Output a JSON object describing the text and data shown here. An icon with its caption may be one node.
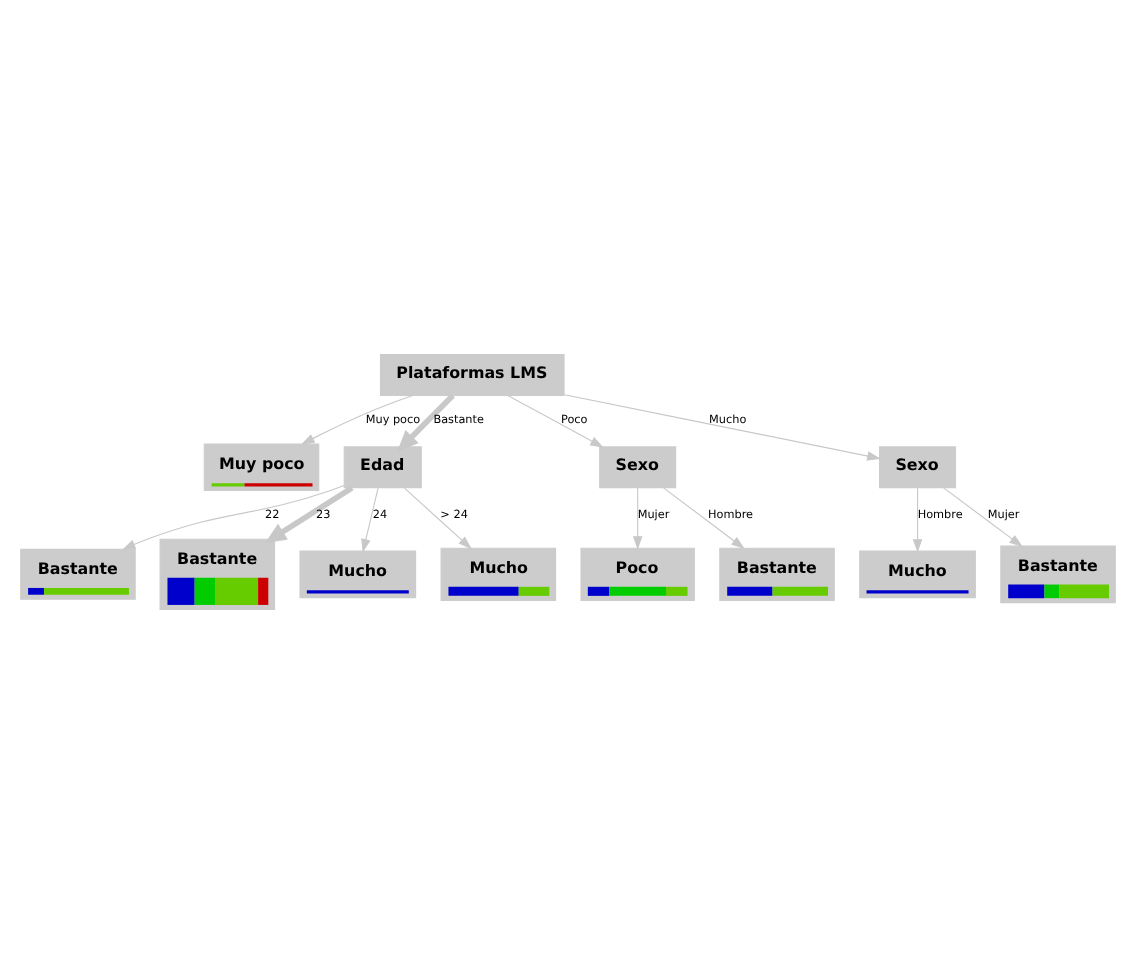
{
  "diagram": {
    "nodes": [
      {
        "text": [
          "Plataformas LMS"
        ]
      },
      {
        "text": [
          "Muy poco"
        ]
      },
      {
        "text": [
          "Edad"
        ]
      },
      {
        "text": [
          "Sexo"
        ]
      },
      {
        "text": [
          "Poco"
        ]
      },
      {
        "text": [
          "Bastante"
        ]
      },
      {
        "text": [
          "Bastante"
        ]
      },
      {
        "text": [
          "Bastante"
        ]
      },
      {
        "text": [
          "Mucho"
        ]
      },
      {
        "text": [
          "Mucho"
        ]
      },
      {
        "text": [
          "Sexo"
        ]
      },
      {
        "text": [
          "Mucho"
        ]
      },
      {
        "text": [
          "Bastante"
        ]
      }
    ],
    "edges": [
      {
        "from": 0,
        "to": 1,
        "arrow": "to",
        "label": "Muy poco"
      },
      {
        "from": 0,
        "to": 2,
        "arrow": "to",
        "label": "Bastante",
        "style": "thick"
      },
      {
        "from": 0,
        "to": 10,
        "arrow": "to",
        "label": "Mucho"
      },
      {
        "from": 0,
        "to": 3,
        "arrow": "to",
        "label": "Poco"
      },
      {
        "from": 3,
        "to": 4,
        "arrow": "to",
        "label": "Mujer"
      },
      {
        "from": 3,
        "to": 5,
        "arrow": "to",
        "label": "Hombre"
      },
      {
        "from": 2,
        "to": 6,
        "arrow": "to",
        "label": "22"
      },
      {
        "from": 2,
        "to": 7,
        "arrow": "to",
        "label": "23",
        "style": "thick"
      },
      {
        "from": 2,
        "to": 8,
        "arrow": "to",
        "label": "24"
      },
      {
        "from": 2,
        "to": 9,
        "arrow": "to",
        "label": "> 24"
      },
      {
        "from": 10,
        "to": 11,
        "arrow": "to",
        "label": "Hombre"
      },
      {
        "from": 10,
        "to": 12,
        "arrow": "to",
        "label": "Mujer"
      }
    ]
  }
}
